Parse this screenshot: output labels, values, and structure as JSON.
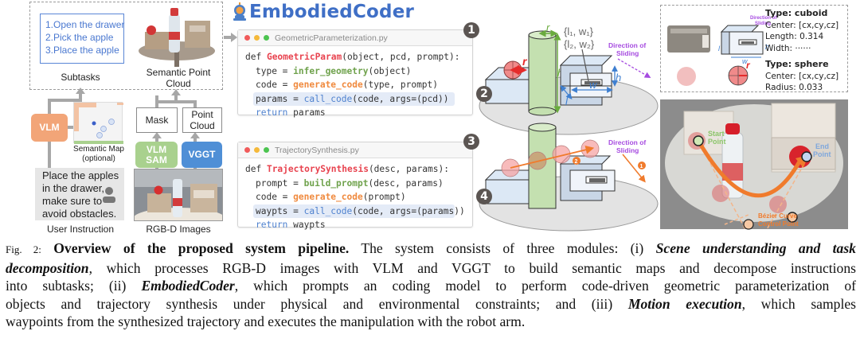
{
  "figure": {
    "left_module": {
      "subtasks": {
        "items": [
          "1.Open the drawer",
          "2.Pick the apple",
          "3.Place the apple"
        ],
        "label": "Subtasks"
      },
      "semantic_point_cloud_label_line1": "Semantic Point",
      "semantic_point_cloud_label_line2": "Cloud",
      "vlm_label": "VLM",
      "semantic_map_label_line1": "Semantic Map",
      "semantic_map_label_line2": "(optional)",
      "mask_label": "Mask",
      "point_cloud_label_line1": "Point",
      "point_cloud_label_line2": "Cloud",
      "vlm_sam_label_line1": "VLM",
      "vlm_sam_label_line2": "SAM",
      "vggt_label": "VGGT",
      "user_instruction_lines": [
        "Place the apples",
        "in the drawer,",
        "make sure to",
        "avoid obstacles."
      ],
      "user_instruction_label": "User Instruction",
      "rgbd_label": "RGB-D Images",
      "colors": {
        "vlm": "#f2a578",
        "vlm_sam": "#a9d18e",
        "vggt": "#4f8fd6",
        "subtask_blue": "#4a78d0"
      }
    },
    "embodied_coder": {
      "title": "EmbodiedCoder",
      "geometric_panel": {
        "filename": "GeometricParameterization.py",
        "badge": "1",
        "lines": {
          "l1_def": "def ",
          "l1_fn": "GeometricParam",
          "l1_rest": "(object, pcd, prompt):",
          "l2_pre": "type = ",
          "l2_fn": "infer_geometry",
          "l2_rest": "(object)",
          "l3_pre": "code = ",
          "l3_fn": "generate_code",
          "l3_rest": "(type, prompt)",
          "l4_pre": "params = ",
          "l4_fn": "call_code",
          "l4_rest": "(code, args=(pcd))",
          "l5_kw": "return",
          "l5_rest": " params"
        }
      },
      "trajectory_panel": {
        "filename": "TrajectorySynthesis.py",
        "badge": "3",
        "lines": {
          "l1_def": "def ",
          "l1_fn": "TrajectorySynthesis",
          "l1_rest": "(desc, params):",
          "l2_pre": "prompt = ",
          "l2_fn": "build_prompt",
          "l2_rest": "(desc, params)",
          "l3_pre": "code = ",
          "l3_fn": "generate_code",
          "l3_rest": "(prompt)",
          "l4_pre": "waypts = ",
          "l4_fn": "call_code",
          "l4_rest": "(code, args=(params))",
          "l5_kw": "return",
          "l5_rest": " waypts"
        }
      },
      "scene_badges": [
        "2",
        "4"
      ],
      "scene_labels": {
        "radius": "r",
        "height": "h",
        "length": "l",
        "width": "w",
        "handle_params_1": "{l₁, w₁}",
        "handle_params_2": "{l₂, w₂}",
        "direction_line1": "Direction of",
        "direction_line2": "Sliding",
        "step_1": "1",
        "step_2": "2"
      }
    },
    "right_module": {
      "cuboid": {
        "type": "Type: cuboid",
        "center": "Center: [cx,cy,cz]",
        "length": "Length: 0.314",
        "width": "Width: ······"
      },
      "sphere": {
        "type": "Type: sphere",
        "center": "Center: [cx,cy,cz]",
        "radius": "Radius: 0.033"
      },
      "mini_labels": {
        "direction_line1": "Direction of",
        "direction_line2": "Sliding",
        "l": "l",
        "h": "h",
        "w": "w",
        "r": "r"
      },
      "execution": {
        "start_line1": "Start",
        "start_line2": "Point",
        "end_line1": "End",
        "end_line2": "Point",
        "bezier_line1": "Bézier Curve",
        "bezier_line2": "Control Point"
      }
    }
  },
  "caption": {
    "fig_no": "Fig. 2:",
    "title": "Overview of the proposed system pipeline.",
    "l1_a": " The system consists of three modules: (i) ",
    "l1_b": "Scene understanding and task",
    "l2_a": "decomposition",
    "l2_b": ", which processes RGB-D images with VLM and VGGT to build semantic maps and decompose instructions",
    "l3_a": "into subtasks; (ii) ",
    "l3_b": "EmbodiedCoder",
    "l3_c": ", which prompts an coding model to perform code-driven geometric parameterization of",
    "l4_a": "objects and trajectory synthesis under physical and environmental constraints; and (iii) ",
    "l4_b": "Motion execution",
    "l4_c": ", which samples",
    "l5": "waypoints from the synthesized trajectory and executes the manipulation with the robot arm."
  }
}
